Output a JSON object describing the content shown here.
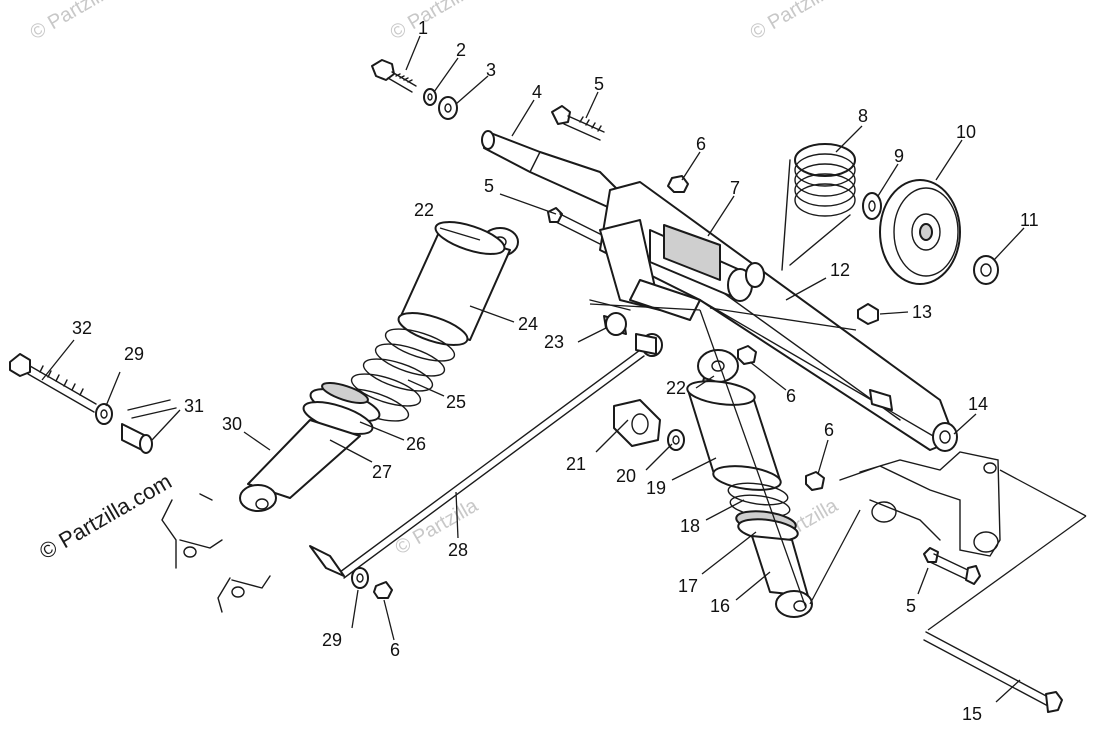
{
  "watermark": "© Partzilla",
  "credit": "© Partzilla.com",
  "callouts": {
    "c1": "1",
    "c2": "2",
    "c3": "3",
    "c4": "4",
    "c5": "5",
    "c6": "6",
    "c7": "7",
    "c8": "8",
    "c9": "9",
    "c10": "10",
    "c11": "11",
    "c12": "12",
    "c13": "13",
    "c14": "14",
    "c15": "15",
    "c16": "16",
    "c17": "17",
    "c18": "18",
    "c19": "19",
    "c20": "20",
    "c21": "21",
    "c22": "22",
    "c23": "23",
    "c24": "24",
    "c25": "25",
    "c26": "26",
    "c27": "27",
    "c28": "28",
    "c29": "29",
    "c30": "30",
    "c31": "31",
    "c32": "32"
  }
}
